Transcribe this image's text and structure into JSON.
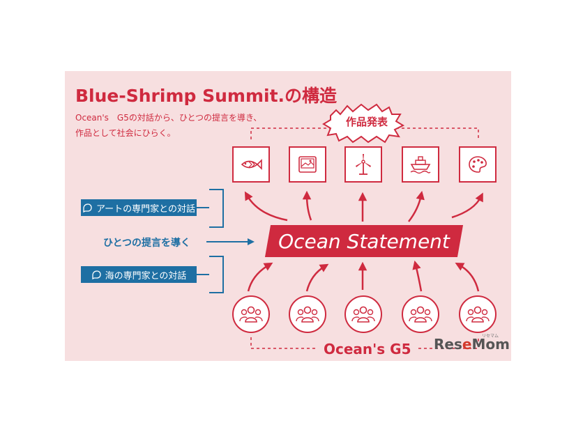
{
  "title": "Blue-Shrimp Summit.の構造",
  "subtitle_lines": [
    "Ocean's　G5の対話から、ひとつの提言を導き、",
    "作品として社会にひらく。"
  ],
  "presentation_label": "作品発表",
  "works_icons": [
    "fish-icon",
    "picture-icon",
    "wind-turbine-icon",
    "ship-icon",
    "palette-icon"
  ],
  "left_labels": {
    "art_dialogue": "アートの専門家との対話",
    "lead_proposal": "ひとつの提言を導く",
    "sea_dialogue": "海の専門家との対話"
  },
  "statement": "Ocean Statement",
  "group_label": "Ocean's G5",
  "group_icons": [
    "people-group-icon",
    "people-group-icon",
    "people-group-icon",
    "people-group-icon",
    "people-group-icon"
  ],
  "logo": {
    "text_a": "Res",
    "text_o": "e",
    "text_b": "Mom",
    "kana": "リセマム"
  },
  "colors": {
    "accent": "#cf2a3f",
    "blue": "#1e6fa3",
    "background": "#f7dfe0"
  }
}
